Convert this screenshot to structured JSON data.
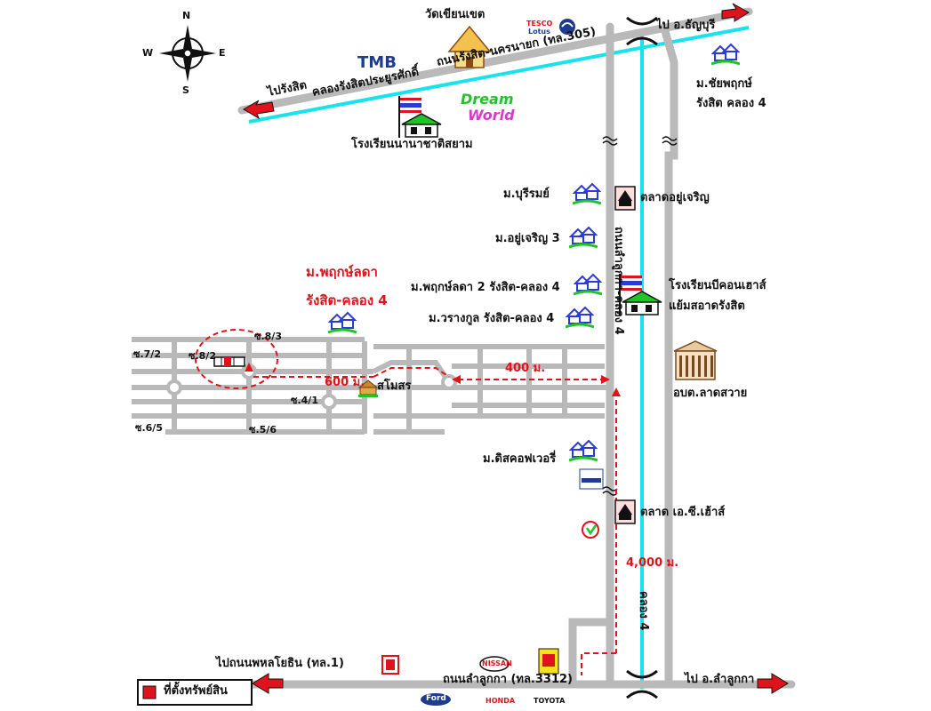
{
  "compass": {
    "n": "N",
    "s": "S",
    "e": "E",
    "w": "W"
  },
  "labels": {
    "temple": "วัดเขียนเขต",
    "to_thanyaburi": "ไป อ.ธัญบุรี",
    "road_305": "ถนนรังสิต-นครนายก (ทล.305)",
    "to_rangsit": "ไปรังสิต",
    "canal_rangsit": "คลองรังสิตประยูรศักดิ์",
    "intl_school": "โรงเรียนนานาชาติสยาม",
    "chaiyapruek_1": "ม.ชัยพฤกษ์",
    "chaiyapruek_2": "รังสิต คลอง 4",
    "buriram": "ม.บุรีรมย์",
    "market_yucharoen": "ตลาดอยู่เจริญ",
    "yucharoen3": "ม.อยู่เจริญ 3",
    "pruklada_title_1": "ม.พฤกษ์ลดา",
    "pruklada_title_2": "รังสิต-คลอง 4",
    "pruklada2": "ม.พฤกษ์ลดา 2 รังสิต-คลอง 4",
    "warangkul": "ม.วรางกูล รังสิต-คลอง 4",
    "bcon_school_1": "โรงเรียนบีคอนเฮาส์",
    "bcon_school_2": "แย้มสอาดรังสิต",
    "ordinance": "อบต.ลาดสวาย",
    "road_vertical": "ถนนลำลูกกา-คลอง 4",
    "soi_8_3": "ซ.8/3",
    "soi_7_2": "ซ.7/2",
    "soi_8_2": "ซ.8/2",
    "soi_6_5": "ซ.6/5",
    "soi_5_6": "ซ.5/6",
    "soi_4_1": "ซ.4/1",
    "dist_600": "600 ม.",
    "somporn": "สโมสร",
    "dist_400": "400 ม.",
    "discovery": "ม.ดิสคอฟเวอรี่",
    "market_ac": "ตลาด เอ.ซี.เฮ้าส์",
    "dist_4000": "4,000 ม.",
    "canal_4": "คลอง 4",
    "to_phahon": "ไปถนนพหลโยธิน (ทล.1)",
    "road_3312": "ถนนลำลูกกา (ทล.3312)",
    "to_lamlukka": "ไป อ.ลำลูกกา",
    "legend_label": "ที่ตั้งทรัพย์สิน"
  },
  "logos": {
    "tmb": "TMB",
    "tesco": "TESCO",
    "lotus": "Lotus",
    "dream": "Dream",
    "world": "World",
    "nissan": "NISSAN",
    "ford": "Ford",
    "honda": "HONDA",
    "toyota": "TOYOTA"
  },
  "colors": {
    "road": "#b9b9b9",
    "canal": "#17e3ef",
    "accent_red": "#e0121b",
    "house_blue": "#2a3bd6",
    "house_green": "#22c22a"
  }
}
